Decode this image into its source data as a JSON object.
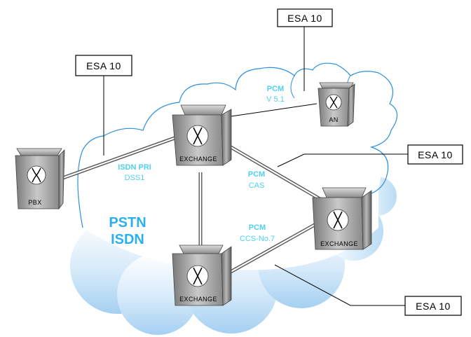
{
  "colors": {
    "accent": "#4fd0f2",
    "network": "#2ab0ec",
    "cloud_outline": "#2a8fe0"
  },
  "icons": {
    "switch": "switch-crossover-icon"
  },
  "network": {
    "line1": "PSTN",
    "line2": "ISDN"
  },
  "nodes": {
    "pbx": "PBX",
    "an": "AN",
    "exchange_top": "EXCHANGE",
    "exchange_right": "EXCHANGE",
    "exchange_bottom": "EXCHANGE"
  },
  "links": {
    "pri": {
      "head": "ISDN PRI",
      "sub": "DSS1"
    },
    "v51": {
      "head": "PCM",
      "sub": "V 5.1"
    },
    "cas": {
      "head": "PCM",
      "sub": "CAS"
    },
    "ccs": {
      "head": "PCM",
      "sub": "CCS-No.7"
    }
  },
  "esa": {
    "top": "ESA 10",
    "left": "ESA 10",
    "right": "ESA 10",
    "bottom": "ESA 10"
  }
}
